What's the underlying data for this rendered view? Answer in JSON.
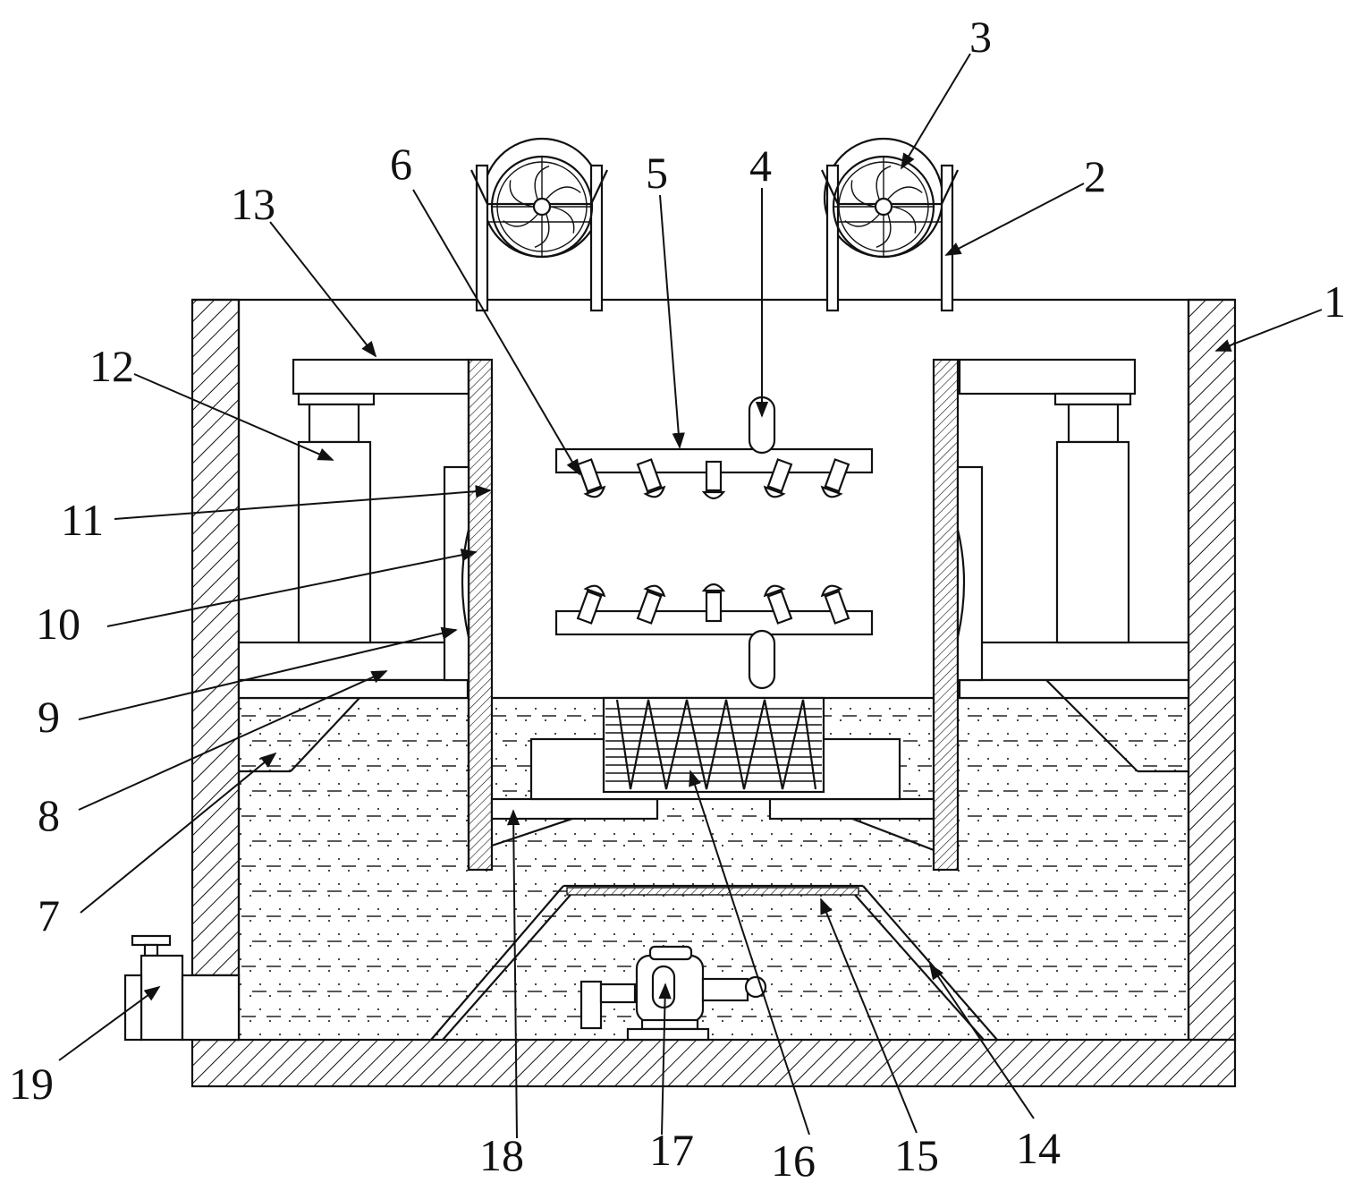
{
  "labels": [
    {
      "id": "1",
      "text": "1"
    },
    {
      "id": "2",
      "text": "2"
    },
    {
      "id": "3",
      "text": "3"
    },
    {
      "id": "4",
      "text": "4"
    },
    {
      "id": "5",
      "text": "5"
    },
    {
      "id": "6",
      "text": "6"
    },
    {
      "id": "7",
      "text": "7"
    },
    {
      "id": "8",
      "text": "8"
    },
    {
      "id": "9",
      "text": "9"
    },
    {
      "id": "10",
      "text": "10"
    },
    {
      "id": "11",
      "text": "11"
    },
    {
      "id": "12",
      "text": "12"
    },
    {
      "id": "13",
      "text": "13"
    },
    {
      "id": "14",
      "text": "14"
    },
    {
      "id": "15",
      "text": "15"
    },
    {
      "id": "16",
      "text": "16"
    },
    {
      "id": "17",
      "text": "17"
    },
    {
      "id": "18",
      "text": "18"
    },
    {
      "id": "19",
      "text": "19"
    }
  ]
}
